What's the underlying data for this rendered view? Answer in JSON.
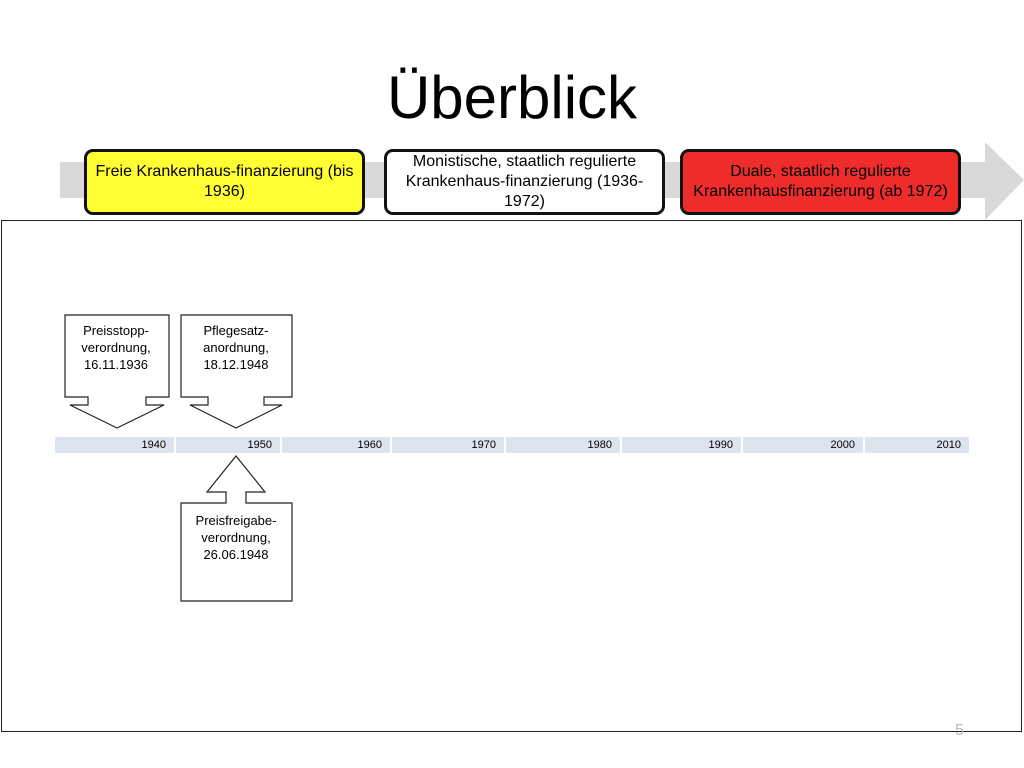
{
  "title": "Überblick",
  "phases": [
    {
      "label": "Freie Krankenhaus-finanzierung (bis 1936)",
      "color": "#ffff33"
    },
    {
      "label": "Monistische, staatlich regulierte Krankenhaus-finanzierung (1936-1972)",
      "color": "#ffffff"
    },
    {
      "label": "Duale, staatlich regulierte Krankenhausfinanzierung   (ab 1972)",
      "color": "#ee2c2c"
    }
  ],
  "timeline": {
    "years": [
      "1940",
      "1950",
      "1960",
      "1970",
      "1980",
      "1990",
      "2000",
      "2010"
    ]
  },
  "events": [
    {
      "label": "Preisstopp-verordnung, 16.11.1936"
    },
    {
      "label": "Pflegesatz-anordnung, 18.12.1948"
    },
    {
      "label": "Preisfreigabe-verordnung, 26.06.1948"
    }
  ],
  "page_number": "5",
  "colors": {
    "arrow": "#d9d9d9",
    "timeline": "#dde3ef"
  }
}
